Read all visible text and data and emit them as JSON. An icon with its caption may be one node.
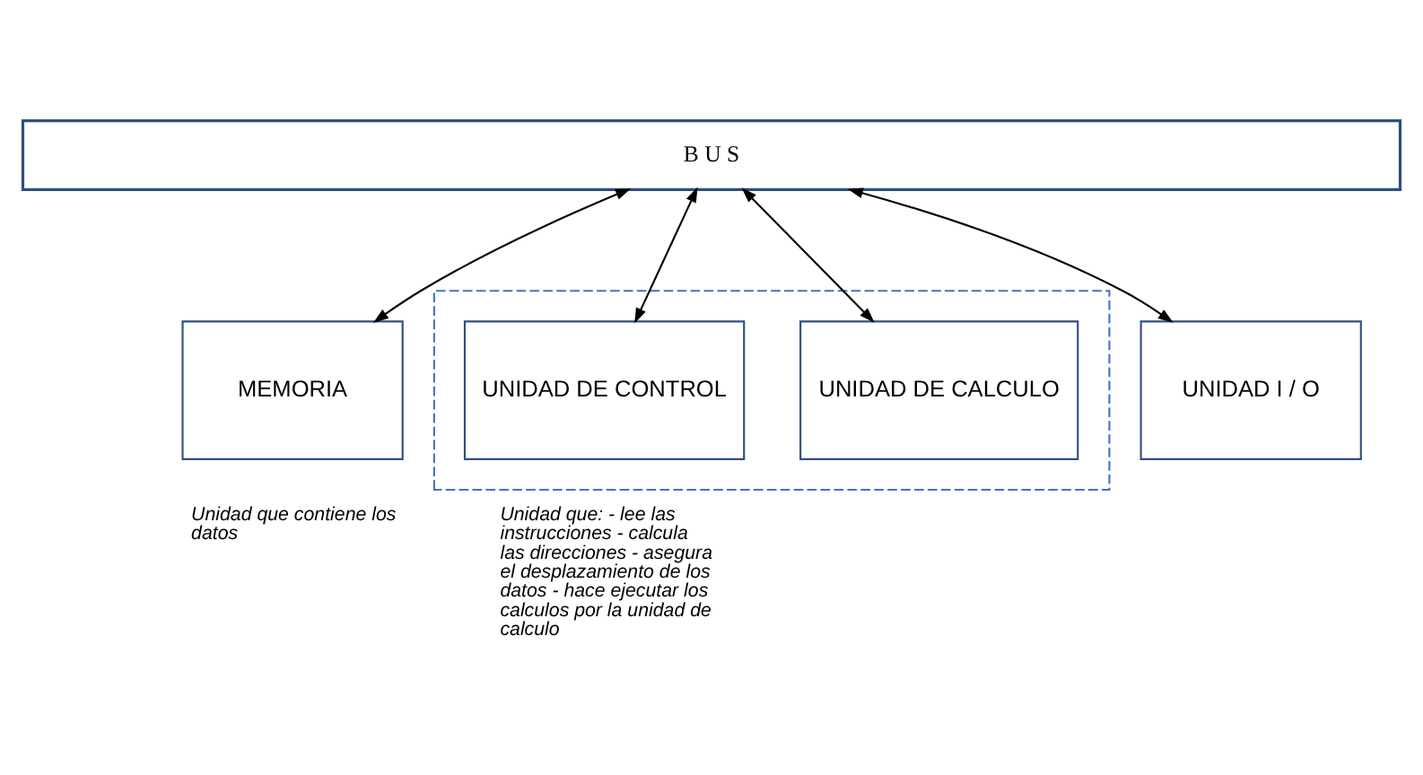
{
  "diagram": {
    "nodes": [
      {
        "text": [
          "B U S"
        ]
      },
      {
        "text": [],
        "shape": "box"
      },
      {
        "text": [
          "MEMORIA"
        ],
        "beside": [
          "Unidad que contiene los datos"
        ]
      },
      {
        "text": [
          "UNIDAD DE CONTROL"
        ],
        "in": 1,
        "beside": [
          "Unidad que: - lee las instrucciones - calcula las direcciones - asegura el desplazamiento de los datos - hace ejecutar los calculos por la unidad de calculo"
        ]
      },
      {
        "text": [
          "UNIDAD DE CALCULO"
        ],
        "in": 1
      },
      {
        "text": [
          "UNIDAD I / O"
        ]
      }
    ],
    "edges": [
      {
        "from": 0,
        "to": 2,
        "arrow": "both"
      },
      {
        "from": 0,
        "to": 3,
        "arrow": "both"
      },
      {
        "from": 0,
        "to": 4,
        "arrow": "both"
      },
      {
        "from": 0,
        "to": 5,
        "arrow": "both"
      }
    ]
  }
}
